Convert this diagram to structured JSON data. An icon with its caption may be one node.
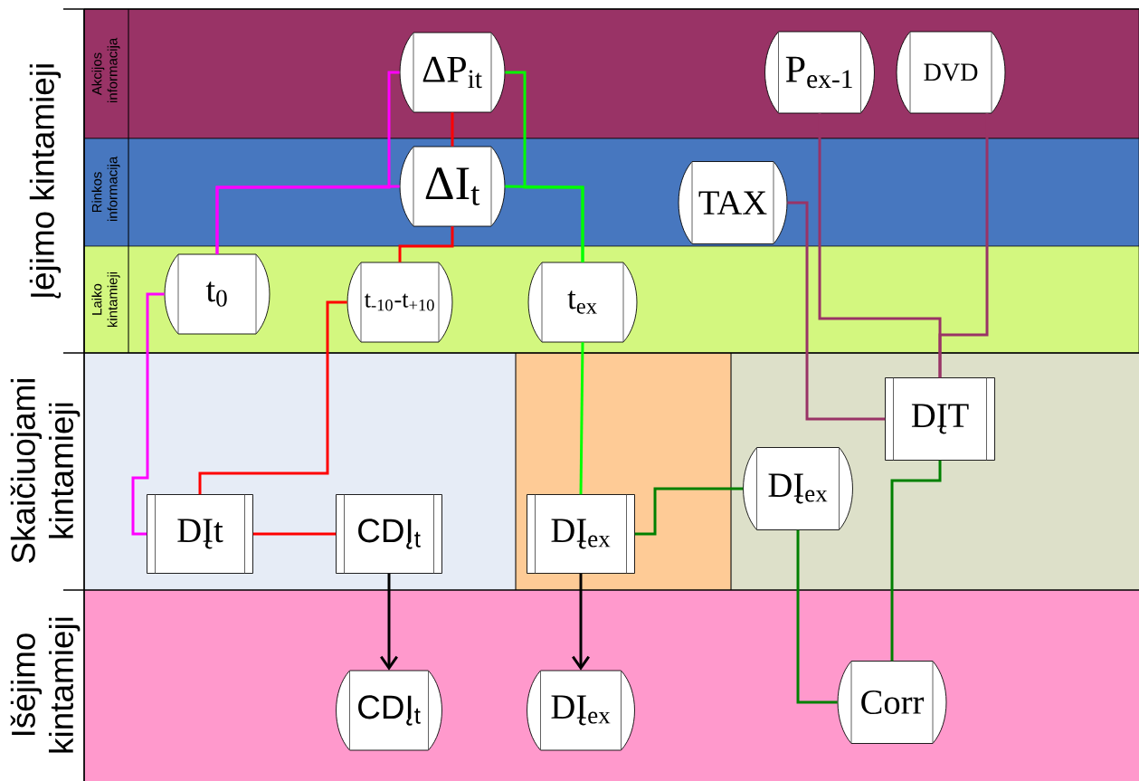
{
  "diagram": {
    "nodes": [
      {
        "text": [
          "Akcijos informacija"
        ]
      },
      {
        "text": [
          "Rinkos informacija"
        ]
      },
      {
        "text": [
          "Laiko kintamieji"
        ]
      },
      {
        "text": [
          "ΔP$_{it}$"
        ],
        "in": 0
      },
      {
        "text": [
          "P$_{ex-1}$"
        ],
        "in": 0
      },
      {
        "text": [
          "DVD"
        ],
        "in": 0
      },
      {
        "text": [
          "ΔI$_{t}$"
        ],
        "in": 1
      },
      {
        "text": [
          "TAX"
        ],
        "in": 1
      },
      {
        "text": [
          "t$_{0}$"
        ],
        "in": 2
      },
      {
        "text": [
          "t$_{-10}$-t$_{+10}$"
        ],
        "in": 2
      },
      {
        "text": [
          "t$_{ex}$"
        ],
        "in": 2
      },
      {
        "text": [
          "DĮt"
        ]
      },
      {
        "text": [
          "CDĮ$_{t}$"
        ]
      },
      {
        "text": [
          "DĮ$_{ex}$"
        ]
      },
      {
        "text": [
          "DĮ$_{ex}$"
        ]
      },
      {
        "text": [
          "DĮT"
        ]
      },
      {
        "text": [
          "CDĮ$_{t}$"
        ]
      },
      {
        "text": [
          "DĮ$_{ex}$"
        ]
      },
      {
        "text": [
          "Corr"
        ]
      }
    ],
    "edges": [
      {
        "from": 3,
        "to": 8,
        "arrow": "none",
        "color": "#ff00ff"
      },
      {
        "from": 6,
        "to": 8,
        "arrow": "none",
        "color": "#ff00ff"
      },
      {
        "from": 8,
        "to": 11,
        "arrow": "none",
        "color": "#ff00ff"
      },
      {
        "from": 3,
        "to": 6,
        "arrow": "none",
        "color": "#ff0000"
      },
      {
        "from": 6,
        "to": 9,
        "arrow": "none",
        "color": "#ff0000"
      },
      {
        "from": 9,
        "to": 11,
        "arrow": "none",
        "color": "#ff0000"
      },
      {
        "from": 11,
        "to": 12,
        "arrow": "none",
        "color": "#ff0000"
      },
      {
        "from": 3,
        "to": 10,
        "arrow": "none",
        "color": "#00ff00"
      },
      {
        "from": 6,
        "to": 10,
        "arrow": "none",
        "color": "#00ff00"
      },
      {
        "from": 10,
        "to": 13,
        "arrow": "none",
        "color": "#00ff00"
      },
      {
        "from": 13,
        "to": 14,
        "arrow": "none",
        "color": "#008000"
      },
      {
        "from": 14,
        "to": 18,
        "arrow": "none",
        "color": "#008000"
      },
      {
        "from": 15,
        "to": 18,
        "arrow": "none",
        "color": "#008000"
      },
      {
        "from": 7,
        "to": 15,
        "arrow": "none",
        "color": "#993366"
      },
      {
        "from": 4,
        "to": 15,
        "arrow": "none",
        "color": "#993366"
      },
      {
        "from": 5,
        "to": 15,
        "arrow": "none",
        "color": "#993366"
      },
      {
        "from": 12,
        "to": 16,
        "arrow": "to",
        "color": "#000000"
      },
      {
        "from": 13,
        "to": 17,
        "arrow": "to",
        "color": "#000000"
      }
    ],
    "labels": [
      "Įėjimo kintamieji",
      "Skaičiuojami kintamieji",
      "Išėjimo kintamieji"
    ]
  }
}
